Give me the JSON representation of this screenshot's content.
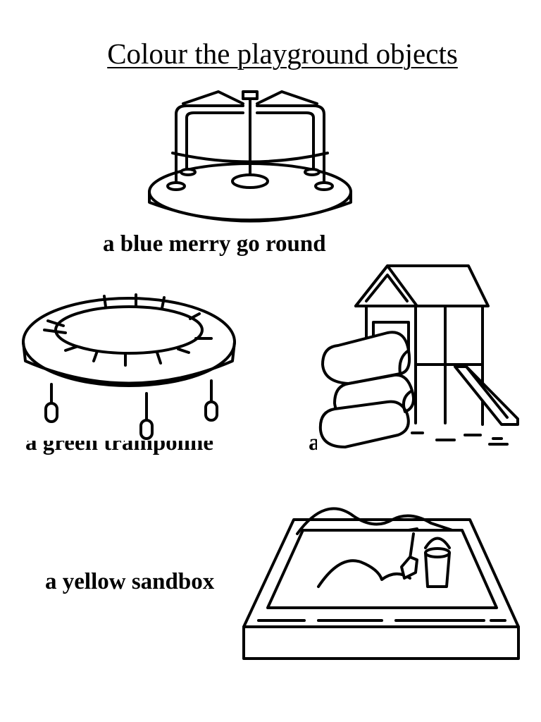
{
  "worksheet": {
    "title": "Colour the playground objects",
    "items": [
      {
        "label": "a blue merry go round",
        "icon": "merry-go-round-icon"
      },
      {
        "label": "a green trampoline",
        "icon": "trampoline-icon"
      },
      {
        "label": "a red slide",
        "icon": "slide-playhouse-icon"
      },
      {
        "label": "a yellow sandbox",
        "icon": "sandbox-icon"
      }
    ]
  }
}
